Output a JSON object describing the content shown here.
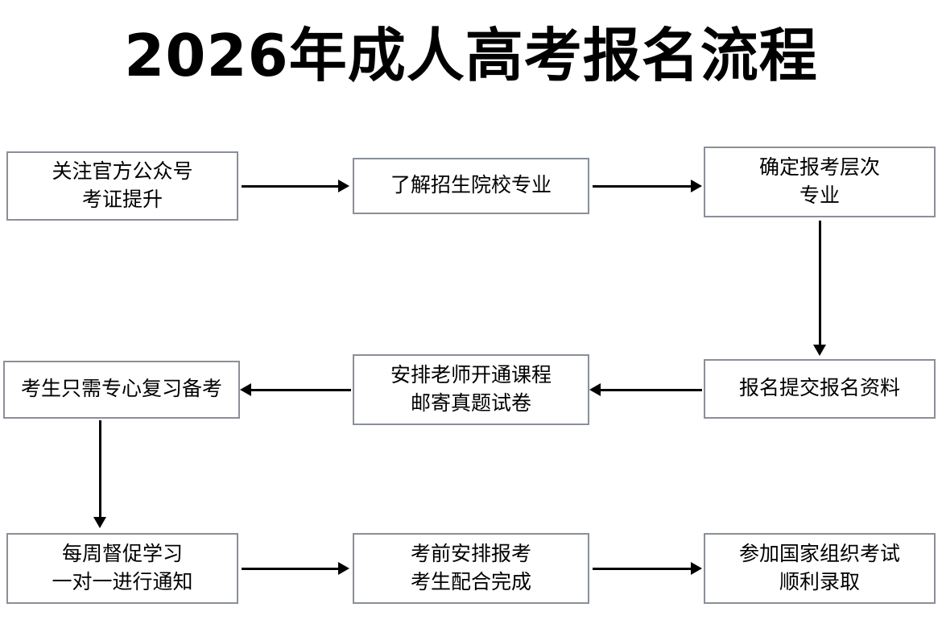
{
  "page": {
    "title": "2026年成人高考报名流程",
    "background_color": "#ffffff",
    "node_border_color": "#8a8f98",
    "arrow_color": "#000000",
    "text_color": "#000000"
  },
  "diagram": {
    "type": "flowchart",
    "nodes": [
      {
        "id": "n1",
        "lines": [
          "关注官方公众号",
          "考证提升"
        ]
      },
      {
        "id": "n2",
        "lines": [
          "了解招生院校专业"
        ]
      },
      {
        "id": "n3",
        "lines": [
          "确定报考层次",
          "专业"
        ]
      },
      {
        "id": "n4",
        "lines": [
          "报名提交报名资料"
        ]
      },
      {
        "id": "n5",
        "lines": [
          "安排老师开通课程",
          "邮寄真题试卷"
        ]
      },
      {
        "id": "n6",
        "lines": [
          "考生只需专心复习备考"
        ]
      },
      {
        "id": "n7",
        "lines": [
          "每周督促学习",
          "一对一进行通知"
        ]
      },
      {
        "id": "n8",
        "lines": [
          "考前安排报考",
          "考生配合完成"
        ]
      },
      {
        "id": "n9",
        "lines": [
          "参加国家组织考试",
          "顺利录取"
        ]
      }
    ],
    "edges": [
      {
        "from": "n1",
        "to": "n2",
        "direction": "right"
      },
      {
        "from": "n2",
        "to": "n3",
        "direction": "right"
      },
      {
        "from": "n3",
        "to": "n4",
        "direction": "down"
      },
      {
        "from": "n4",
        "to": "n5",
        "direction": "left"
      },
      {
        "from": "n5",
        "to": "n6",
        "direction": "left"
      },
      {
        "from": "n6",
        "to": "n7",
        "direction": "down"
      },
      {
        "from": "n7",
        "to": "n8",
        "direction": "right"
      },
      {
        "from": "n8",
        "to": "n9",
        "direction": "right"
      }
    ]
  }
}
